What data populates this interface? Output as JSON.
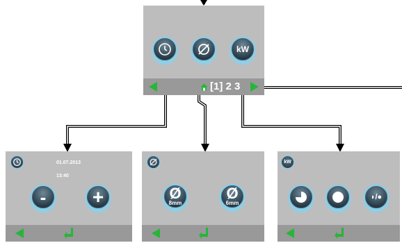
{
  "main_panel": {
    "buttons": [
      {
        "icon": "clock-icon"
      },
      {
        "icon": "diameter-icon"
      },
      {
        "label": "kW"
      }
    ],
    "pager": {
      "pages": [
        "[1]",
        "2",
        "3"
      ]
    }
  },
  "clock_panel": {
    "header_icon": "clock-icon",
    "date": "01.07.2013",
    "time": "13:40",
    "minus": "-",
    "plus": "+"
  },
  "diameter_panel": {
    "header_icon": "diameter-icon",
    "options": [
      {
        "symbol": "Ø",
        "size": "8mm"
      },
      {
        "symbol": "Ø",
        "size": "6mm"
      }
    ]
  },
  "power_panel": {
    "header_label": "kW",
    "buttons": [
      {
        "icon": "three-quarter-icon"
      },
      {
        "icon": "full-circle-icon"
      },
      {
        "label": "◗/●"
      }
    ]
  },
  "colors": {
    "accent_green": "#27b53a",
    "button_glow": "#7fd6f6",
    "panel_gray": "#bdbdbd",
    "bar_gray": "#999999"
  }
}
